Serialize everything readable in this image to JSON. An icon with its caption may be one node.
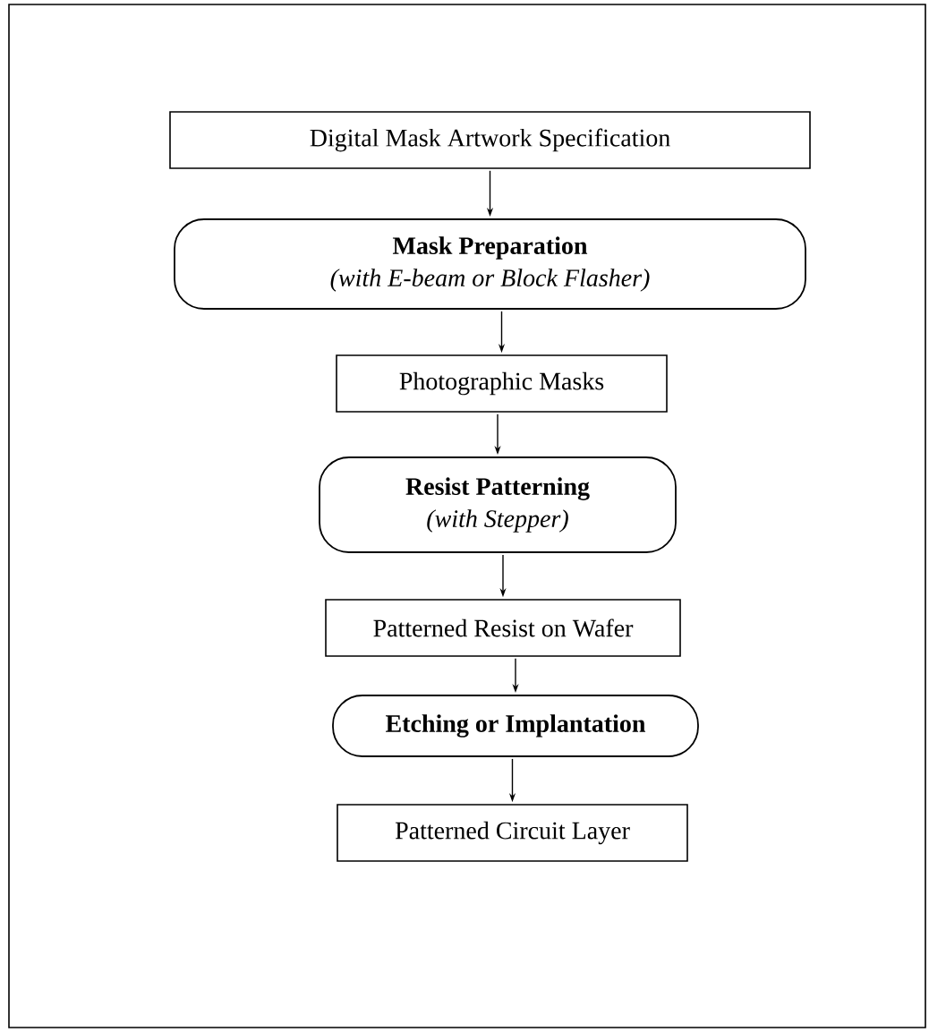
{
  "diagram": {
    "nodes": [
      {
        "text": [
          "Digital Mask Artwork Specification"
        ]
      },
      {
        "text": [
          "Mask Preparation",
          "(with E-beam or Block Flasher)"
        ]
      },
      {
        "text": [
          "Photographic Masks"
        ]
      },
      {
        "text": [
          "Resist Patterning",
          "(with Stepper)"
        ]
      },
      {
        "text": [
          "Patterned Resist on Wafer"
        ]
      },
      {
        "text": [
          "Etching or Implantation"
        ]
      },
      {
        "text": [
          "Patterned Circuit Layer"
        ]
      }
    ],
    "edges": [
      {
        "from": 0,
        "to": 1,
        "arrow": "to"
      },
      {
        "from": 1,
        "to": 2,
        "arrow": "to"
      },
      {
        "from": 2,
        "to": 3,
        "arrow": "to"
      },
      {
        "from": 3,
        "to": 4,
        "arrow": "to"
      },
      {
        "from": 4,
        "to": 5,
        "arrow": "to"
      },
      {
        "from": 5,
        "to": 6,
        "arrow": "to"
      }
    ]
  }
}
